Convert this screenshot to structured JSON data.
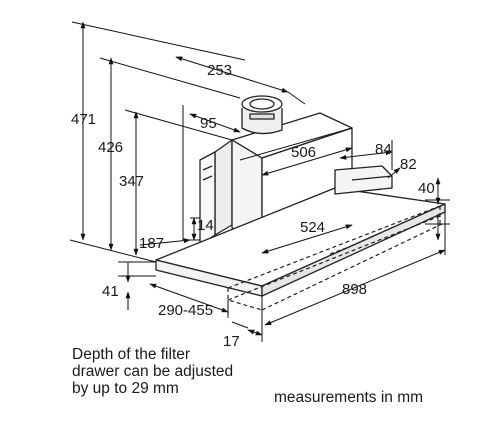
{
  "dimensions": {
    "total_height": "471",
    "height_426": "426",
    "height_347": "347",
    "chimney_width": "253",
    "chimney_offset": "95",
    "body_depth": "506",
    "depth_84": "84",
    "depth_82": "82",
    "height_40": "40",
    "gap_14": "14",
    "body_width": "524",
    "depth_187": "187",
    "drawer_41": "41",
    "drawer_range": "290-455",
    "total_width": "898",
    "offset_17": "17"
  },
  "notes": {
    "filter_line1": "Depth of the filter",
    "filter_line2": "drawer can be adjusted",
    "filter_line3": "by up to 29 mm",
    "units": "measurements in mm"
  }
}
